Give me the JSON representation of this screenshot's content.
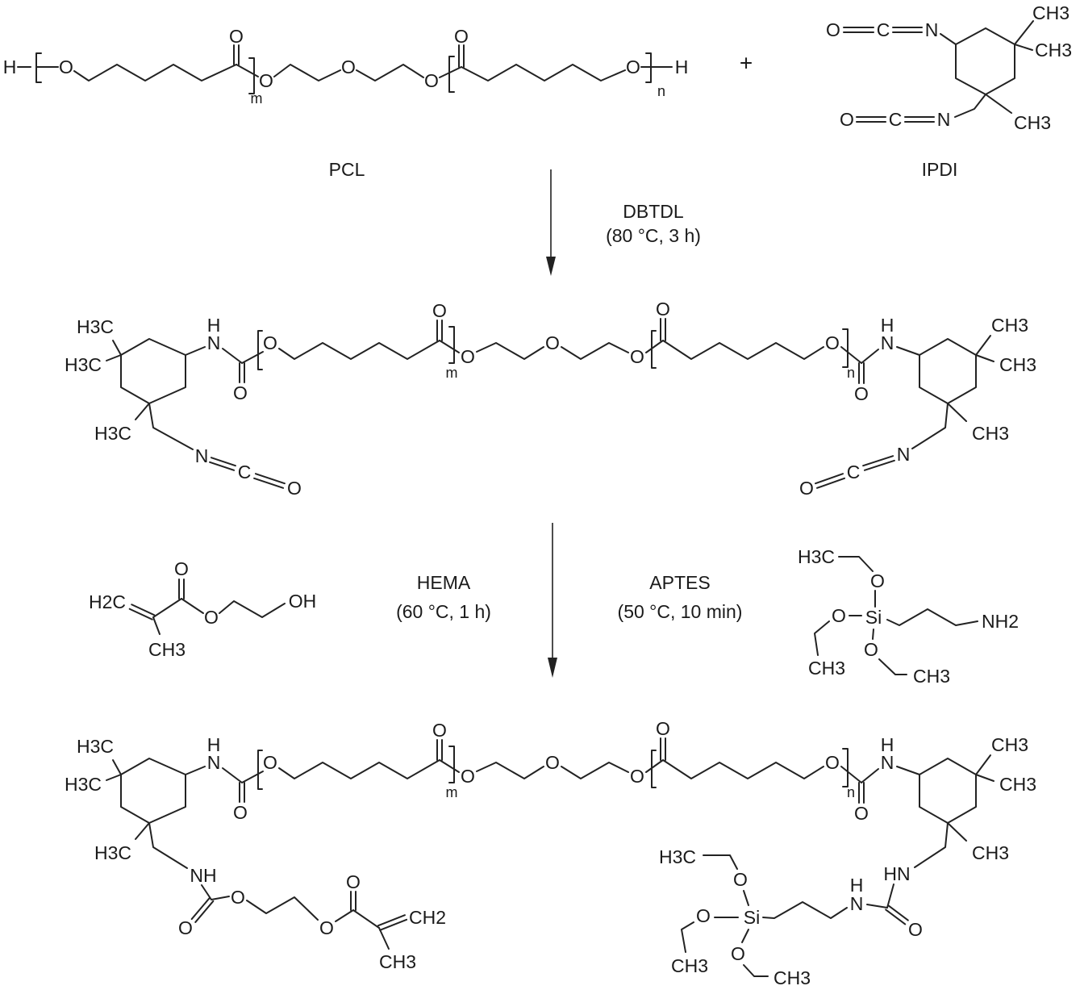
{
  "pcl": {
    "name": "PCL",
    "atoms": [
      "H",
      "O",
      "O",
      "O",
      "O",
      "O",
      "O",
      "O",
      "H",
      "m",
      "n"
    ]
  },
  "plus": "+",
  "ipdi": {
    "name": "IPDI",
    "atoms": [
      "O",
      "C",
      "N",
      "CH3",
      "CH3",
      "O",
      "C",
      "N",
      "CH3"
    ]
  },
  "steps": [
    {
      "reagent": "DBTDL",
      "conditions": "(80 °C, 3 h)"
    },
    {
      "reagent": "HEMA",
      "conditions": "(60 °C, 1 h)"
    },
    {
      "reagent": "APTES",
      "conditions": "(50 °C, 10 min)"
    }
  ],
  "intermediate": {
    "atoms": [
      "H3C",
      "H3C",
      "H3C",
      "H",
      "N",
      "O",
      "O",
      "O",
      "m",
      "O",
      "O",
      "O",
      "O",
      "O",
      "n",
      "O",
      "H",
      "N",
      "CH3",
      "CH3",
      "CH3",
      "N",
      "C",
      "O",
      "N",
      "C",
      "O"
    ]
  },
  "hema": {
    "atoms": [
      "H2C",
      "CH3",
      "O",
      "O",
      "OH"
    ]
  },
  "aptes": {
    "atoms": [
      "H3C",
      "O",
      "O",
      "Si",
      "O",
      "NH2",
      "CH3",
      "CH3"
    ]
  },
  "product": {
    "atoms": [
      "H3C",
      "H3C",
      "H3C",
      "H",
      "N",
      "O",
      "O",
      "O",
      "m",
      "O",
      "O",
      "O",
      "O",
      "O",
      "n",
      "O",
      "H",
      "N",
      "CH3",
      "CH3",
      "CH3",
      "NH",
      "O",
      "O",
      "O",
      "O",
      "CH2",
      "CH3",
      "HN",
      "H",
      "N",
      "O",
      "H3C",
      "O",
      "O",
      "Si",
      "O",
      "CH3",
      "CH3"
    ]
  }
}
